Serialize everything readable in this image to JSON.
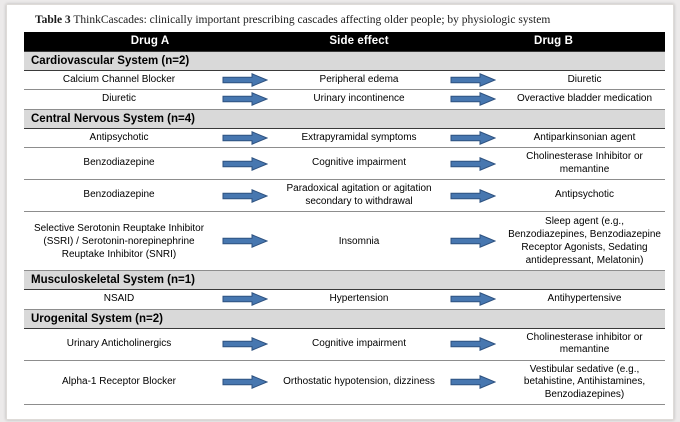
{
  "caption": {
    "label": "Table 3",
    "text": "ThinkCascades: clinically important prescribing cascades affecting older people; by physiologic system"
  },
  "table": {
    "columns": [
      "Drug A",
      "Side effect",
      "Drug B"
    ],
    "arrow_icon": "right-block-arrow",
    "arrow_color": "#4777b0",
    "arrow_outline": "#2e5280",
    "header_bg": "#000000",
    "header_fg": "#ffffff",
    "section_bg": "#d9d9d9",
    "sections": [
      {
        "title": "Cardiovascular System (n=2)",
        "rows": [
          {
            "drug_a": "Calcium Channel Blocker",
            "side_effect": "Peripheral edema",
            "drug_b": "Diuretic"
          },
          {
            "drug_a": "Diuretic",
            "side_effect": "Urinary incontinence",
            "drug_b": "Overactive bladder medication"
          }
        ]
      },
      {
        "title": "Central Nervous System (n=4)",
        "rows": [
          {
            "drug_a": "Antipsychotic",
            "side_effect": "Extrapyramidal symptoms",
            "drug_b": "Antiparkinsonian agent"
          },
          {
            "drug_a": "Benzodiazepine",
            "side_effect": "Cognitive impairment",
            "drug_b": "Cholinesterase Inhibitor or memantine"
          },
          {
            "drug_a": "Benzodiazepine",
            "side_effect": "Paradoxical agitation or agitation secondary to withdrawal",
            "drug_b": "Antipsychotic"
          },
          {
            "drug_a": "Selective Serotonin Reuptake Inhibitor (SSRI) / Serotonin-norepinephrine Reuptake Inhibitor (SNRI)",
            "side_effect": "Insomnia",
            "drug_b": "Sleep agent (e.g., Benzodiazepines, Benzodiazepine Receptor Agonists, Sedating antidepressant, Melatonin)"
          }
        ]
      },
      {
        "title": "Musculoskeletal System (n=1)",
        "rows": [
          {
            "drug_a": "NSAID",
            "side_effect": "Hypertension",
            "drug_b": "Antihypertensive"
          }
        ]
      },
      {
        "title": "Urogenital System (n=2)",
        "rows": [
          {
            "drug_a": "Urinary Anticholinergics",
            "side_effect": "Cognitive impairment",
            "drug_b": "Cholinesterase inhibitor or memantine"
          },
          {
            "drug_a": "Alpha-1 Receptor Blocker",
            "side_effect": "Orthostatic hypotension, dizziness",
            "drug_b": "Vestibular sedative (e.g., betahistine, Antihistamines, Benzodiazepines)"
          }
        ]
      }
    ]
  },
  "fineprint": ""
}
